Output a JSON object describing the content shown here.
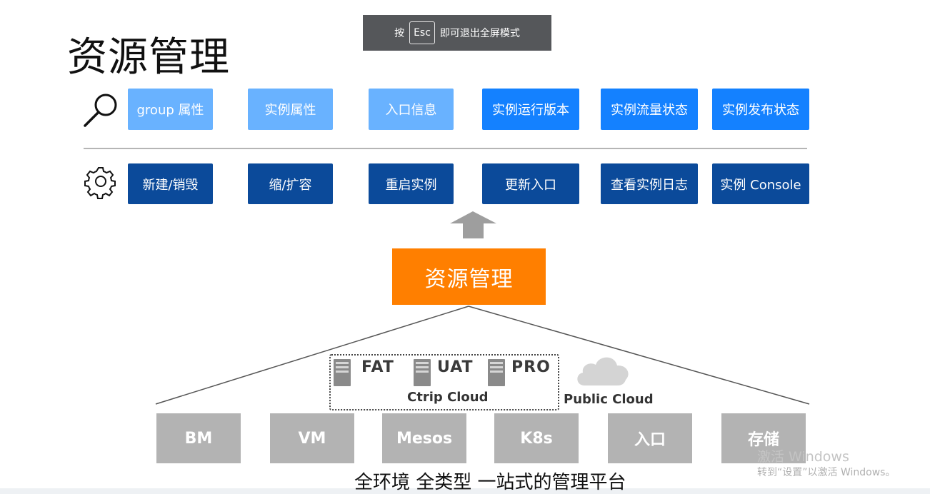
{
  "title": "资源管理",
  "toast": {
    "prefix": "按",
    "key": "Esc",
    "suffix": "即可退出全屏模式"
  },
  "query_row": [
    "group 属性",
    "实例属性",
    "入口信息",
    "实例运行版本",
    "实例流量状态",
    "实例发布状态"
  ],
  "action_row": [
    "新建/销毁",
    "缩/扩容",
    "重启实例",
    "更新入口",
    "查看实例日志",
    "实例 Console"
  ],
  "center": "资源管理",
  "environments": [
    "FAT",
    "UAT",
    "PRO"
  ],
  "ctrip_cloud": "Ctrip Cloud",
  "public_cloud": "Public Cloud",
  "infrastructure": [
    "BM",
    "VM",
    "Mesos",
    "K8s",
    "入口",
    "存储"
  ],
  "subtitle": "全环境 全类型 一站式的管理平台",
  "watermark": {
    "line1": "激活 Windows",
    "line2": "转到“设置”以激活 Windows。"
  },
  "colors": {
    "query_light": "#69b2ff",
    "query_strong": "#1481ff",
    "action": "#0b4a9a",
    "center": "#ff7f00",
    "infra": "#b3b3b3"
  },
  "icons": {
    "query": "search-icon",
    "action": "gear-icon",
    "flow": "up-arrow-icon",
    "server": "server-icon",
    "cloud": "cloud-icon"
  }
}
